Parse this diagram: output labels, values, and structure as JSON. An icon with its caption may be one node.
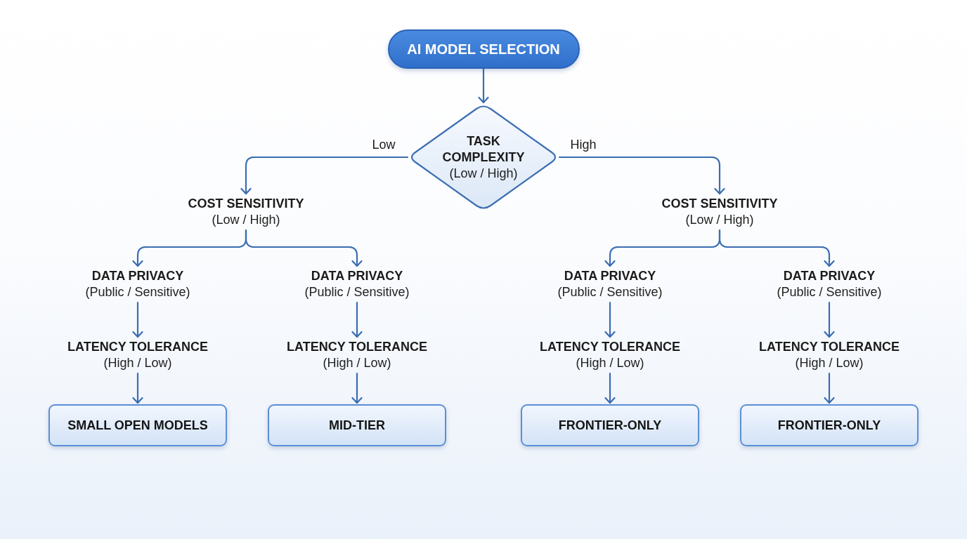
{
  "diagram": {
    "nodes": [
      {
        "text": [
          "AI MODEL SELECTION"
        ]
      },
      {
        "text": [
          "TASK COMPLEXITY",
          "(Low / High)"
        ]
      },
      {
        "text": [
          "COST SENSITIVITY",
          "(Low / High)"
        ]
      },
      {
        "text": [
          "COST SENSITIVITY",
          "(Low / High)"
        ]
      },
      {
        "text": [
          "DATA PRIVACY",
          "(Public / Sensitive)"
        ]
      },
      {
        "text": [
          "DATA PRIVACY",
          "(Public / Sensitive)"
        ]
      },
      {
        "text": [
          "DATA PRIVACY",
          "(Public / Sensitive)"
        ]
      },
      {
        "text": [
          "DATA PRIVACY",
          "(Public / Sensitive)"
        ]
      },
      {
        "text": [
          "LATENCY TOLERANCE",
          "(High / Low)"
        ]
      },
      {
        "text": [
          "LATENCY TOLERANCE",
          "(High / Low)"
        ]
      },
      {
        "text": [
          "LATENCY TOLERANCE",
          "(High / Low)"
        ]
      },
      {
        "text": [
          "LATENCY TOLERANCE",
          "(High / Low)"
        ]
      },
      {
        "text": [
          "SMALL OPEN MODELS"
        ]
      },
      {
        "text": [
          "MID-TIER"
        ]
      },
      {
        "text": [
          "FRONTIER-ONLY"
        ]
      },
      {
        "text": [
          "FRONTIER-ONLY"
        ]
      }
    ],
    "edges": [
      {
        "from": 0,
        "to": 1,
        "arrow": "to"
      },
      {
        "from": 1,
        "to": 2,
        "arrow": "to",
        "label": "Low"
      },
      {
        "from": 1,
        "to": 3,
        "arrow": "to",
        "label": "High"
      },
      {
        "from": 2,
        "to": 4,
        "arrow": "to"
      },
      {
        "from": 2,
        "to": 5,
        "arrow": "to"
      },
      {
        "from": 3,
        "to": 6,
        "arrow": "to"
      },
      {
        "from": 3,
        "to": 7,
        "arrow": "to"
      },
      {
        "from": 4,
        "to": 8,
        "arrow": "to"
      },
      {
        "from": 5,
        "to": 9,
        "arrow": "to"
      },
      {
        "from": 6,
        "to": 10,
        "arrow": "to"
      },
      {
        "from": 7,
        "to": 11,
        "arrow": "to"
      },
      {
        "from": 8,
        "to": 12,
        "arrow": "to"
      },
      {
        "from": 9,
        "to": 13,
        "arrow": "to"
      },
      {
        "from": 10,
        "to": 14,
        "arrow": "to"
      },
      {
        "from": 11,
        "to": 15,
        "arrow": "to"
      }
    ]
  }
}
